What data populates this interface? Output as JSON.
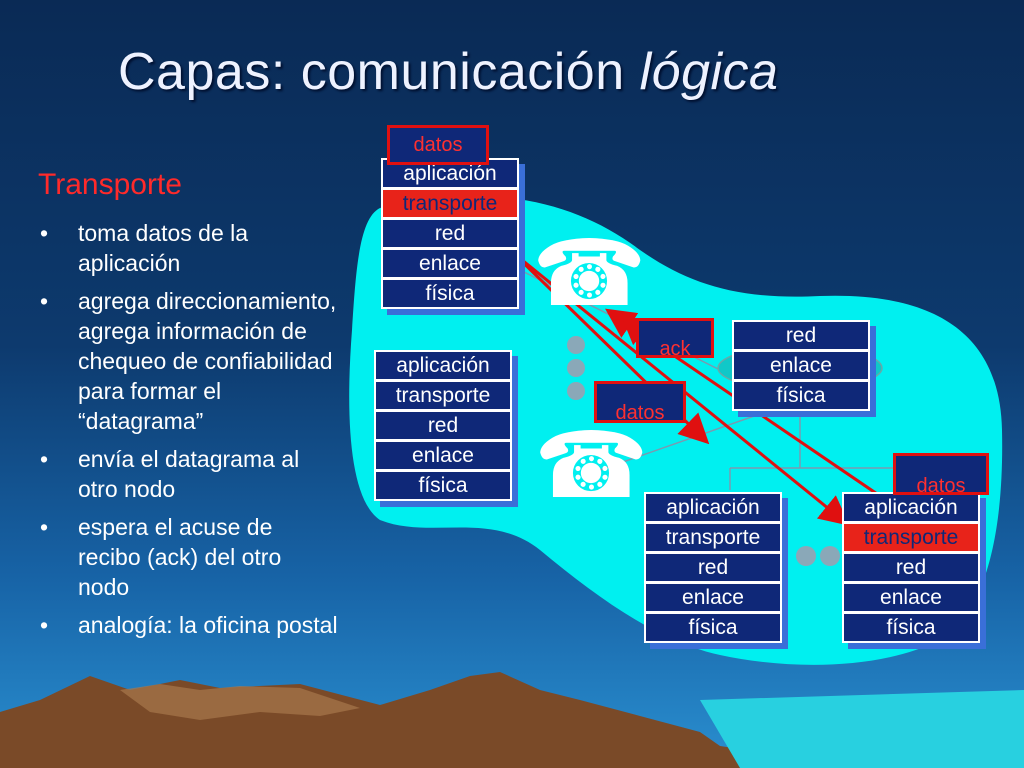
{
  "title": {
    "main": "Capas: comunicación ",
    "italic": "lógica"
  },
  "subtitle": "Transporte",
  "bullets": [
    "toma datos de la aplicación",
    "agrega direccionamiento, agrega información de chequeo de confiabilidad para formar el “datagrama”",
    "envía el datagrama al otro nodo",
    "espera el acuse de recibo (ack) del otro nodo",
    "analogía: la oficina postal"
  ],
  "stacks": {
    "top_left": [
      "aplicación",
      "transporte",
      "red",
      "enlace",
      "física"
    ],
    "mid_left": [
      "aplicación",
      "transporte",
      "red",
      "enlace",
      "física"
    ],
    "router": [
      "red",
      "enlace",
      "física"
    ],
    "bottom_mid": [
      "aplicación",
      "transporte",
      "red",
      "enlace",
      "física"
    ],
    "bottom_right": [
      "aplicación",
      "transporte",
      "red",
      "enlace",
      "física"
    ]
  },
  "tags": {
    "datos": "datos",
    "ack": "ack"
  },
  "icons": {
    "phone": "telephone-icon"
  },
  "colors": {
    "layer": "#0f2878",
    "highlight": "#e8231a",
    "network": "#00f0f0",
    "arrow": "#e01010"
  }
}
